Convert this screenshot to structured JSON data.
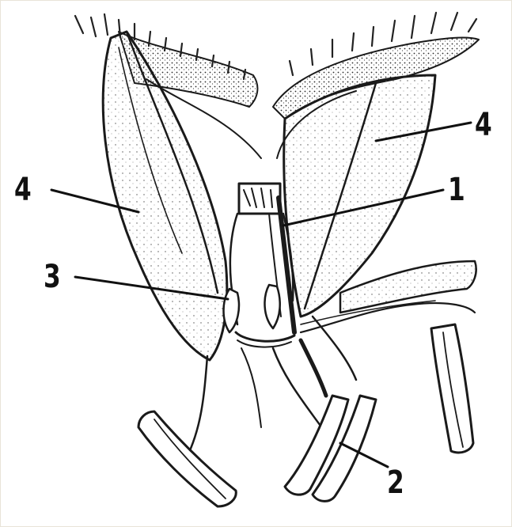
{
  "figure": {
    "labels": {
      "one": "1",
      "two": "2",
      "three": "3",
      "four_left": "4",
      "four_right": "4"
    }
  }
}
